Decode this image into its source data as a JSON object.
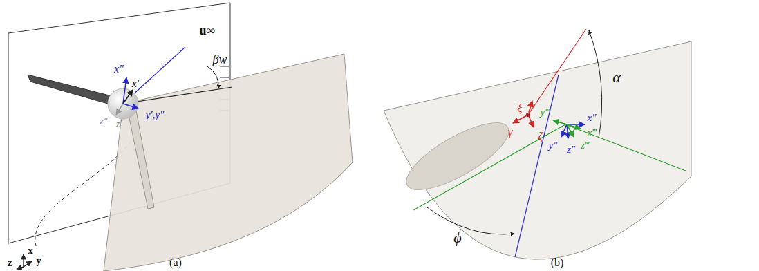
{
  "diagram": {
    "labels": [
      "u∞",
      "βw",
      "x″",
      "x′",
      "y′,y″",
      "z″",
      "z′",
      "x",
      "y",
      "z",
      "(a)",
      "ξ",
      "γ",
      "ζ",
      "x″",
      "y‴",
      "x‴",
      "y″",
      "z″",
      "z‴",
      "α",
      "ϕ",
      "(b)"
    ]
  }
}
